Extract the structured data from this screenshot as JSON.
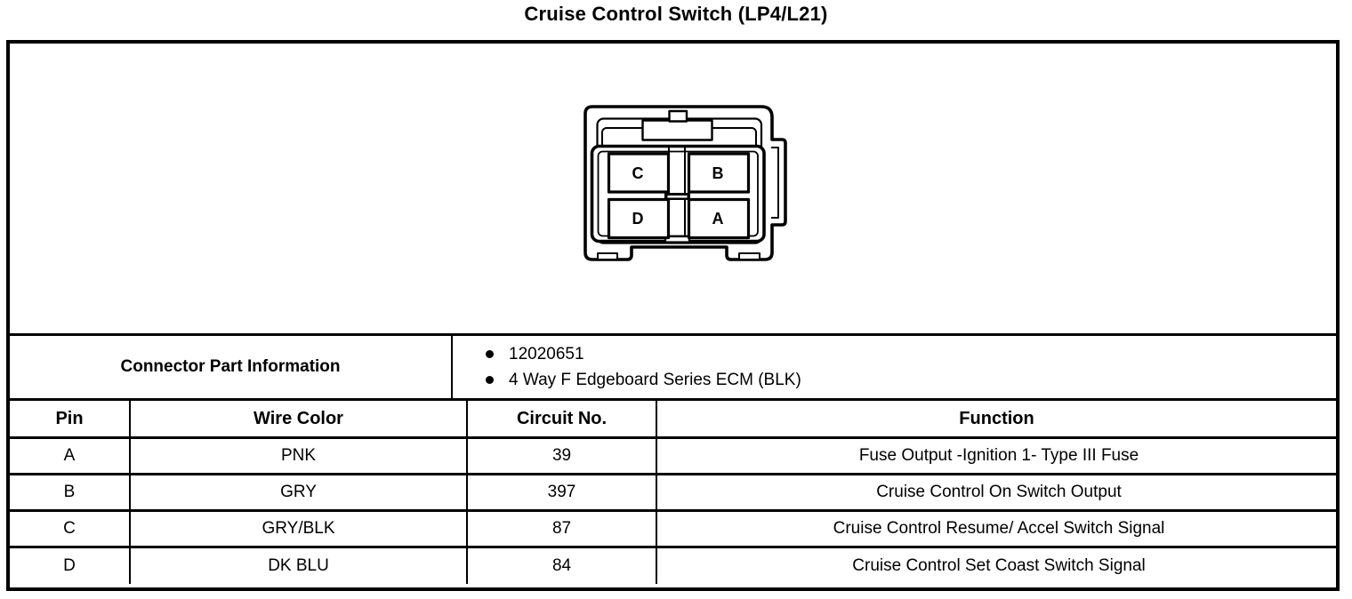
{
  "title": "Cruise Control Switch (LP4/L21)",
  "colors": {
    "line": "#000000",
    "background": "#ffffff"
  },
  "connector": {
    "description": "4-way connector face view",
    "pins": [
      {
        "label": "C"
      },
      {
        "label": "B"
      },
      {
        "label": "D"
      },
      {
        "label": "A"
      }
    ]
  },
  "part_info": {
    "label": "Connector Part Information",
    "items": [
      "12020651",
      "4 Way F Edgeboard Series ECM (BLK)"
    ]
  },
  "pin_table": {
    "headers": [
      "Pin",
      "Wire Color",
      "Circuit No.",
      "Function"
    ],
    "rows": [
      {
        "pin": "A",
        "wire_color": "PNK",
        "circuit_no": "39",
        "function": "Fuse Output -Ignition 1- Type III Fuse"
      },
      {
        "pin": "B",
        "wire_color": "GRY",
        "circuit_no": "397",
        "function": "Cruise Control On Switch Output"
      },
      {
        "pin": "C",
        "wire_color": "GRY/BLK",
        "circuit_no": "87",
        "function": "Cruise Control Resume/ Accel Switch Signal"
      },
      {
        "pin": "D",
        "wire_color": "DK BLU",
        "circuit_no": "84",
        "function": "Cruise Control Set Coast Switch Signal"
      }
    ]
  }
}
